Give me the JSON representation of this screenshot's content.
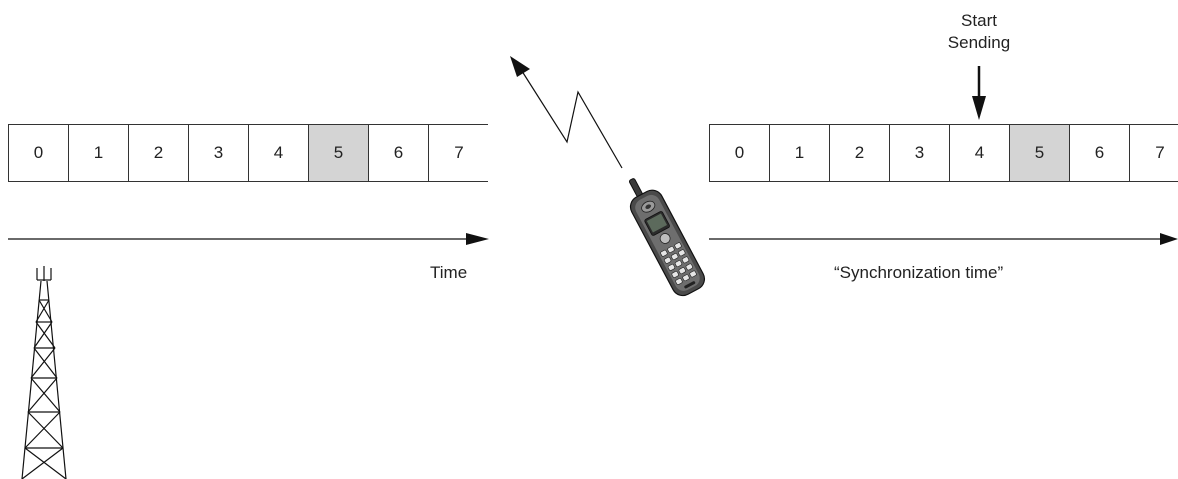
{
  "timelines": [
    {
      "slots": [
        "0",
        "1",
        "2",
        "3",
        "4",
        "5",
        "6",
        "7"
      ],
      "highlighted_slot": 5,
      "axis_label": "Time"
    },
    {
      "slots": [
        "0",
        "1",
        "2",
        "3",
        "4",
        "5",
        "6",
        "7"
      ],
      "highlighted_slot": 5,
      "axis_label": "“Synchronization time”"
    }
  ],
  "marker": {
    "line1": "Start",
    "line2": "Sending",
    "slot": 4
  },
  "icons": {
    "tower": "radio-tower-icon",
    "phone": "mobile-phone-icon",
    "signal": "radio-signal-icon"
  },
  "colors": {
    "highlight_fill": "#d4d4d4",
    "line": "#111111"
  }
}
